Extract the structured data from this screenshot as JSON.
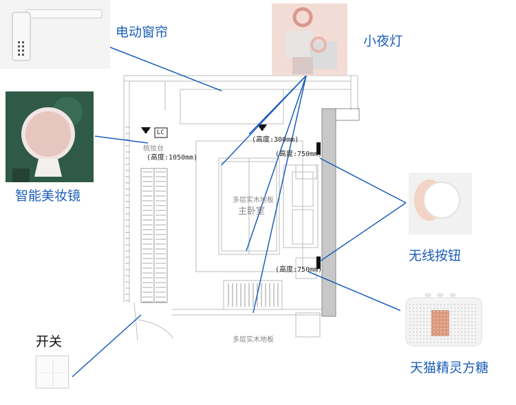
{
  "devices": [
    {
      "id": "curtain",
      "label": "电动窗帘"
    },
    {
      "id": "night_light",
      "label": "小夜灯"
    },
    {
      "id": "mirror",
      "label": "智能美妆镜"
    },
    {
      "id": "wireless_button",
      "label": "无线按钮"
    },
    {
      "id": "switch",
      "label": "开关"
    },
    {
      "id": "speaker",
      "label": "天猫精灵方糖"
    }
  ],
  "plan": {
    "dresser": "梳妆台",
    "dresser_height": "(高度:1050mm)",
    "ceiling_height": "(高度:300mm)",
    "btn_height_upper": "(高度:750mm)",
    "btn_height_lower": "(高度:750mm)",
    "room_floor": "多层实木地板",
    "room_name": "主卧室",
    "lower_floor": "多层实木地板",
    "outlet_tag": "LC"
  },
  "colors": {
    "line": "#1a5db8",
    "label": "#1a5db8",
    "wall": "#c8c8c8"
  }
}
